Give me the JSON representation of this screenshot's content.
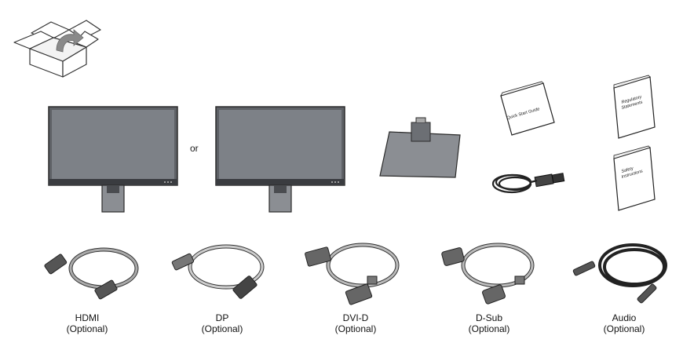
{
  "box": {
    "icon": "open-box-icon"
  },
  "monitors": {
    "connector_word": "or"
  },
  "booklets": {
    "quick_start": "Quick Start Guide",
    "regulatory_line1": "Regulatory",
    "regulatory_line2": "Statements",
    "safety_line1": "Safety",
    "safety_line2": "Instructions"
  },
  "cables": [
    {
      "name": "HDMI",
      "note": "(Optional)",
      "icon": "hdmi-cable-icon"
    },
    {
      "name": "DP",
      "note": "(Optional)",
      "icon": "dp-cable-icon"
    },
    {
      "name": "DVI-D",
      "note": "(Optional)",
      "icon": "dvi-cable-icon"
    },
    {
      "name": "D-Sub",
      "note": "(Optional)",
      "icon": "dsub-cable-icon"
    },
    {
      "name": "Audio",
      "note": "(Optional)",
      "icon": "audio-cable-icon"
    }
  ]
}
